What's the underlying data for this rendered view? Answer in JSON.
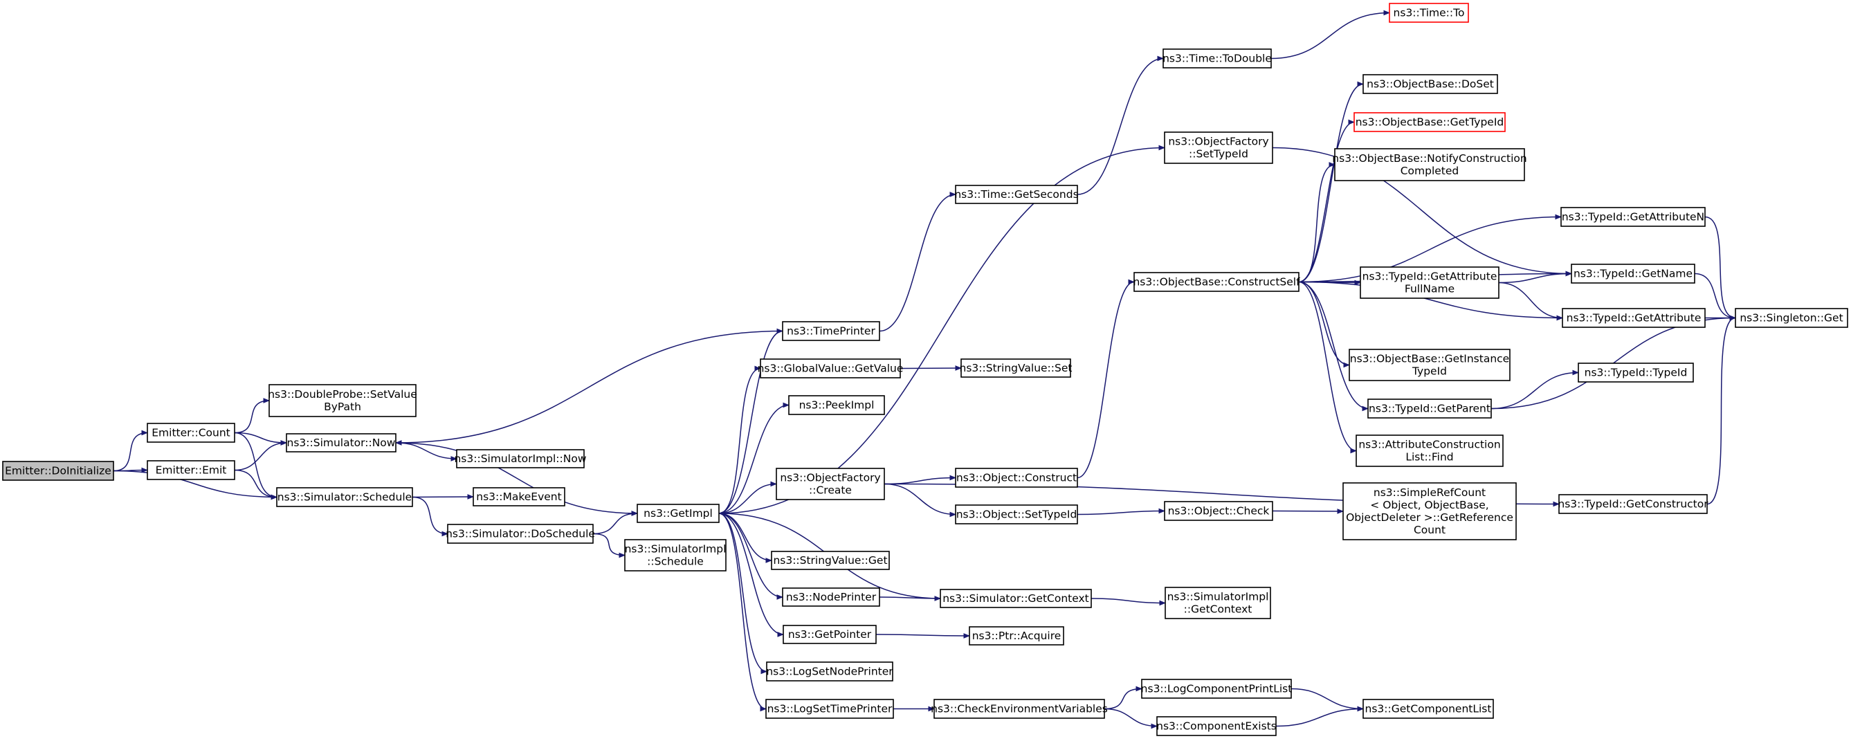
{
  "nodes": [
    {
      "id": "n0",
      "lines": [
        "Emitter::DoInitialize"
      ],
      "style": "root"
    },
    {
      "id": "n1",
      "lines": [
        "Emitter::Count"
      ]
    },
    {
      "id": "n2",
      "lines": [
        "Emitter::Emit"
      ]
    },
    {
      "id": "n3",
      "lines": [
        "ns3::DoubleProbe::SetValue",
        "ByPath"
      ]
    },
    {
      "id": "n4",
      "lines": [
        "ns3::Simulator::Now"
      ]
    },
    {
      "id": "n5",
      "lines": [
        "ns3::Simulator::Schedule"
      ]
    },
    {
      "id": "n6",
      "lines": [
        "ns3::SimulatorImpl::Now"
      ]
    },
    {
      "id": "n7",
      "lines": [
        "ns3::MakeEvent"
      ]
    },
    {
      "id": "n8",
      "lines": [
        "ns3::Simulator::DoSchedule"
      ]
    },
    {
      "id": "n9",
      "lines": [
        "ns3::GetImpl"
      ]
    },
    {
      "id": "n10",
      "lines": [
        "ns3::SimulatorImpl",
        "::Schedule"
      ]
    },
    {
      "id": "n11",
      "lines": [
        "ns3::TimePrinter"
      ]
    },
    {
      "id": "n12",
      "lines": [
        "ns3::GlobalValue::GetValue"
      ]
    },
    {
      "id": "n13",
      "lines": [
        "ns3::PeekImpl"
      ]
    },
    {
      "id": "n14",
      "lines": [
        "ns3::ObjectFactory",
        "::Create"
      ]
    },
    {
      "id": "n15",
      "lines": [
        "ns3::StringValue::Get"
      ]
    },
    {
      "id": "n16",
      "lines": [
        "ns3::NodePrinter"
      ]
    },
    {
      "id": "n17",
      "lines": [
        "ns3::GetPointer"
      ]
    },
    {
      "id": "n18",
      "lines": [
        "ns3::LogSetNodePrinter"
      ]
    },
    {
      "id": "n19",
      "lines": [
        "ns3::LogSetTimePrinter"
      ]
    },
    {
      "id": "n20",
      "lines": [
        "ns3::Time::GetSeconds"
      ]
    },
    {
      "id": "n21",
      "lines": [
        "ns3::StringValue::Set"
      ]
    },
    {
      "id": "n22",
      "lines": [
        "ns3::Object::Construct"
      ]
    },
    {
      "id": "n23",
      "lines": [
        "ns3::Object::SetTypeId"
      ]
    },
    {
      "id": "n24",
      "lines": [
        "ns3::Simulator::GetContext"
      ]
    },
    {
      "id": "n25",
      "lines": [
        "ns3::Ptr::Acquire"
      ]
    },
    {
      "id": "n26",
      "lines": [
        "ns3::CheckEnvironmentVariables"
      ]
    },
    {
      "id": "n27",
      "lines": [
        "ns3::Time::ToDouble"
      ]
    },
    {
      "id": "n28",
      "lines": [
        "ns3::ObjectFactory",
        "::SetTypeId"
      ]
    },
    {
      "id": "n29",
      "lines": [
        "ns3::ObjectBase::ConstructSelf"
      ]
    },
    {
      "id": "n30",
      "lines": [
        "ns3::Object::Check"
      ]
    },
    {
      "id": "n31",
      "lines": [
        "ns3::SimulatorImpl",
        "::GetContext"
      ]
    },
    {
      "id": "n32",
      "lines": [
        "ns3::LogComponentPrintList"
      ]
    },
    {
      "id": "n33",
      "lines": [
        "ns3::ComponentExists"
      ]
    },
    {
      "id": "n34",
      "lines": [
        "ns3::Time::To"
      ],
      "style": "red"
    },
    {
      "id": "n35",
      "lines": [
        "ns3::ObjectBase::DoSet"
      ]
    },
    {
      "id": "n36",
      "lines": [
        "ns3::ObjectBase::GetTypeId"
      ],
      "style": "red"
    },
    {
      "id": "n37",
      "lines": [
        "ns3::ObjectBase::NotifyConstruction",
        "Completed"
      ]
    },
    {
      "id": "n38",
      "lines": [
        "ns3::TypeId::GetAttribute",
        "FullName"
      ]
    },
    {
      "id": "n39",
      "lines": [
        "ns3::ObjectBase::GetInstance",
        "TypeId"
      ]
    },
    {
      "id": "n40",
      "lines": [
        "ns3::TypeId::GetParent"
      ]
    },
    {
      "id": "n41",
      "lines": [
        "ns3::AttributeConstruction",
        "List::Find"
      ]
    },
    {
      "id": "n42",
      "lines": [
        "ns3::SimpleRefCount",
        "< Object, ObjectBase,",
        " ObjectDeleter >::GetReference",
        "Count"
      ]
    },
    {
      "id": "n43",
      "lines": [
        "ns3::GetComponentList"
      ]
    },
    {
      "id": "n44",
      "lines": [
        "ns3::TypeId::GetAttributeN"
      ]
    },
    {
      "id": "n45",
      "lines": [
        "ns3::TypeId::GetName"
      ]
    },
    {
      "id": "n46",
      "lines": [
        "ns3::TypeId::GetAttribute"
      ]
    },
    {
      "id": "n47",
      "lines": [
        "ns3::TypeId::TypeId"
      ]
    },
    {
      "id": "n48",
      "lines": [
        "ns3::TypeId::GetConstructor"
      ]
    },
    {
      "id": "n49",
      "lines": [
        "ns3::Singleton::Get"
      ]
    }
  ],
  "edges": [
    {
      "from": "n0",
      "to": "n1"
    },
    {
      "from": "n0",
      "to": "n2"
    },
    {
      "from": "n0",
      "to": "n5"
    },
    {
      "from": "n1",
      "to": "n3"
    },
    {
      "from": "n1",
      "to": "n4"
    },
    {
      "from": "n1",
      "to": "n5"
    },
    {
      "from": "n2",
      "to": "n4"
    },
    {
      "from": "n2",
      "to": "n5"
    },
    {
      "from": "n4",
      "to": "n6"
    },
    {
      "from": "n4",
      "to": "n9"
    },
    {
      "from": "n5",
      "to": "n7"
    },
    {
      "from": "n5",
      "to": "n8"
    },
    {
      "from": "n8",
      "to": "n9"
    },
    {
      "from": "n8",
      "to": "n10"
    },
    {
      "from": "n9",
      "to": "n11"
    },
    {
      "from": "n9",
      "to": "n12"
    },
    {
      "from": "n9",
      "to": "n13"
    },
    {
      "from": "n9",
      "to": "n14"
    },
    {
      "from": "n9",
      "to": "n15"
    },
    {
      "from": "n9",
      "to": "n16"
    },
    {
      "from": "n9",
      "to": "n17"
    },
    {
      "from": "n9",
      "to": "n18"
    },
    {
      "from": "n9",
      "to": "n19"
    },
    {
      "from": "n9",
      "to": "n28"
    },
    {
      "from": "n11",
      "to": "n4"
    },
    {
      "from": "n11",
      "to": "n20"
    },
    {
      "from": "n12",
      "to": "n21"
    },
    {
      "from": "n14",
      "to": "n22"
    },
    {
      "from": "n14",
      "to": "n23"
    },
    {
      "from": "n14",
      "to": "n48"
    },
    {
      "from": "n16",
      "to": "n24"
    },
    {
      "from": "n17",
      "to": "n25"
    },
    {
      "from": "n19",
      "to": "n26"
    },
    {
      "from": "n20",
      "to": "n27"
    },
    {
      "from": "n22",
      "to": "n29"
    },
    {
      "from": "n23",
      "to": "n30"
    },
    {
      "from": "n24",
      "to": "n9"
    },
    {
      "from": "n24",
      "to": "n31"
    },
    {
      "from": "n26",
      "to": "n32"
    },
    {
      "from": "n26",
      "to": "n33"
    },
    {
      "from": "n27",
      "to": "n34"
    },
    {
      "from": "n28",
      "to": "n45"
    },
    {
      "from": "n29",
      "to": "n35"
    },
    {
      "from": "n29",
      "to": "n36"
    },
    {
      "from": "n29",
      "to": "n37"
    },
    {
      "from": "n29",
      "to": "n38"
    },
    {
      "from": "n29",
      "to": "n39"
    },
    {
      "from": "n29",
      "to": "n40"
    },
    {
      "from": "n29",
      "to": "n41"
    },
    {
      "from": "n29",
      "to": "n44"
    },
    {
      "from": "n29",
      "to": "n45"
    },
    {
      "from": "n29",
      "to": "n46"
    },
    {
      "from": "n30",
      "to": "n42"
    },
    {
      "from": "n32",
      "to": "n43"
    },
    {
      "from": "n33",
      "to": "n43"
    },
    {
      "from": "n38",
      "to": "n45"
    },
    {
      "from": "n38",
      "to": "n46"
    },
    {
      "from": "n40",
      "to": "n47"
    },
    {
      "from": "n40",
      "to": "n49"
    },
    {
      "from": "n44",
      "to": "n49"
    },
    {
      "from": "n45",
      "to": "n49"
    },
    {
      "from": "n46",
      "to": "n49"
    },
    {
      "from": "n48",
      "to": "n49"
    }
  ]
}
